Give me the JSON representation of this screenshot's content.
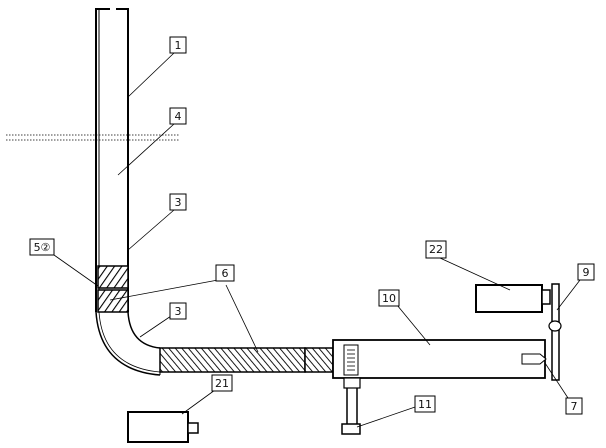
{
  "labels": {
    "l1": "1",
    "l4": "4",
    "l3a": "3",
    "l5": "5②",
    "l6": "6",
    "l3b": "3",
    "l22": "22",
    "l9": "9",
    "l10": "10",
    "l21": "21",
    "l11": "11",
    "l7": "7"
  }
}
